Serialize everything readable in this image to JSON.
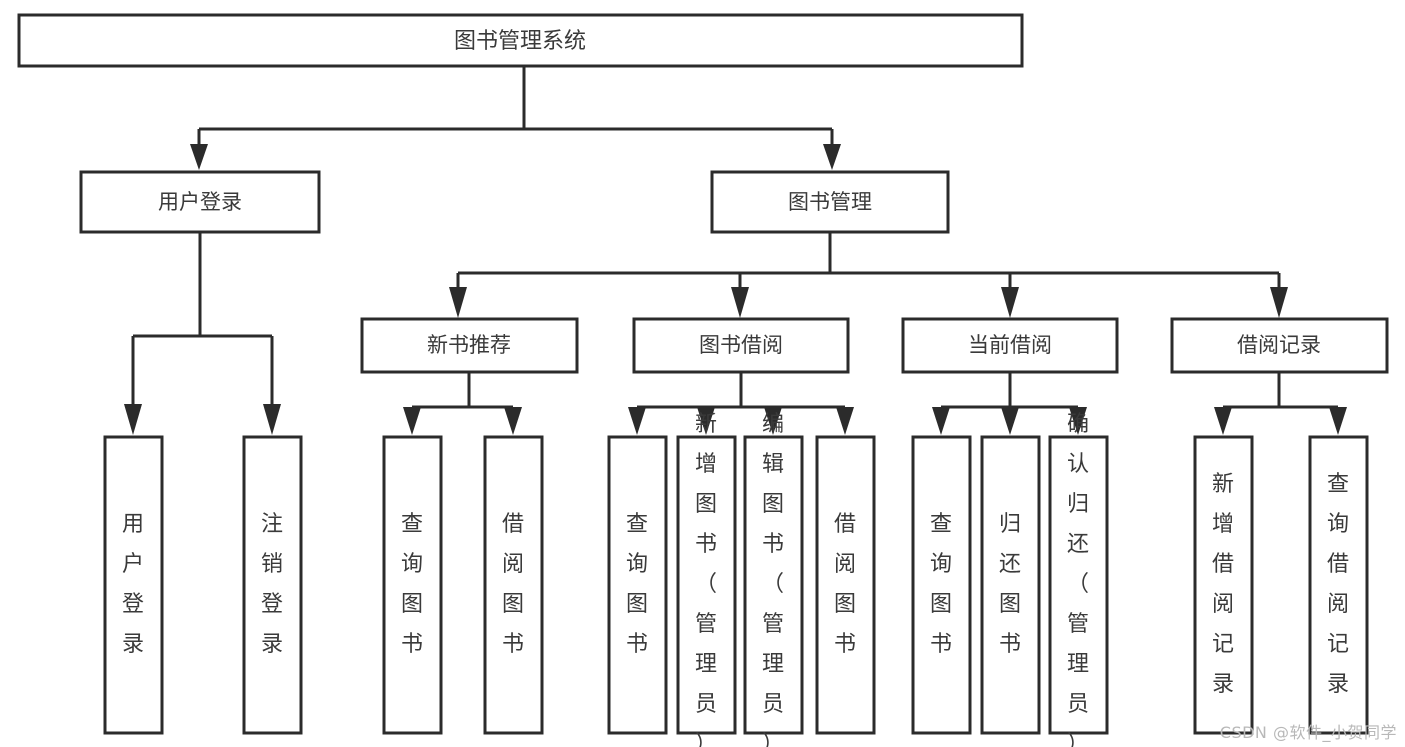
{
  "diagram": {
    "type": "tree-hierarchy-chart",
    "title_node": {
      "label": "图书管理系统"
    },
    "level2": [
      {
        "id": "user-login",
        "label": "用户登录"
      },
      {
        "id": "book-manage",
        "label": "图书管理"
      }
    ],
    "level3": [
      {
        "id": "new-book-rec",
        "label": "新书推荐",
        "parent": "book-manage"
      },
      {
        "id": "book-borrow",
        "label": "图书借阅",
        "parent": "book-manage"
      },
      {
        "id": "current-borrow",
        "label": "当前借阅",
        "parent": "book-manage"
      },
      {
        "id": "borrow-record",
        "label": "借阅记录",
        "parent": "book-manage"
      }
    ],
    "leaves": [
      {
        "id": "leaf-user-login",
        "label": "用户登录",
        "parent": "user-login"
      },
      {
        "id": "leaf-logout-login",
        "label": "注销登录",
        "parent": "user-login"
      },
      {
        "id": "leaf-query-book-1",
        "label": "查询图书",
        "parent": "new-book-rec"
      },
      {
        "id": "leaf-borrow-book-1",
        "label": "借阅图书",
        "parent": "new-book-rec"
      },
      {
        "id": "leaf-query-book-2",
        "label": "查询图书",
        "parent": "book-borrow"
      },
      {
        "id": "leaf-add-book",
        "label": "新增图书（管理员）",
        "parent": "book-borrow"
      },
      {
        "id": "leaf-edit-book",
        "label": "编辑图书（管理员）",
        "parent": "book-borrow"
      },
      {
        "id": "leaf-borrow-book-2",
        "label": "借阅图书",
        "parent": "book-borrow"
      },
      {
        "id": "leaf-query-book-3",
        "label": "查询图书",
        "parent": "current-borrow"
      },
      {
        "id": "leaf-return-book",
        "label": "归还图书",
        "parent": "current-borrow"
      },
      {
        "id": "leaf-confirm-return",
        "label": "确认归还（管理员）",
        "parent": "current-borrow"
      },
      {
        "id": "leaf-add-record",
        "label": "新增借阅记录",
        "parent": "borrow-record"
      },
      {
        "id": "leaf-query-record",
        "label": "查询借阅记录",
        "parent": "borrow-record"
      }
    ],
    "colors": {
      "stroke": "#2b2b2b",
      "text": "#3a3a3a",
      "fill": "#ffffff",
      "watermark": "#b8b8b8"
    }
  },
  "watermark": {
    "text": "CSDN @软件_小贺同学"
  }
}
